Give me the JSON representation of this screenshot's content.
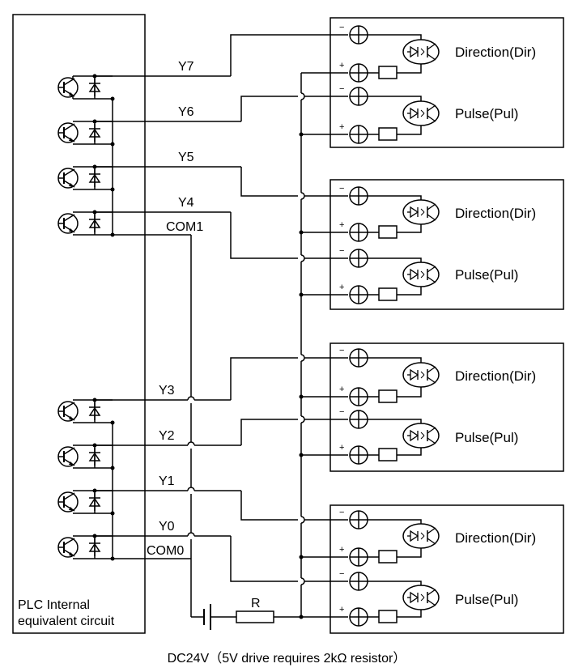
{
  "plc": {
    "label_line1": "PLC Internal",
    "label_line2": "equivalent circuit"
  },
  "outputs": {
    "y7": "Y7",
    "y6": "Y6",
    "y5": "Y5",
    "y4": "Y4",
    "com1": "COM1",
    "y3": "Y3",
    "y2": "Y2",
    "y1": "Y1",
    "y0": "Y0",
    "com0": "COM0"
  },
  "drivers": [
    {
      "dir_label": "Direction(Dir)",
      "pul_label": "Pulse(Pul)"
    },
    {
      "dir_label": "Direction(Dir)",
      "pul_label": "Pulse(Pul)"
    },
    {
      "dir_label": "Direction(Dir)",
      "pul_label": "Pulse(Pul)"
    },
    {
      "dir_label": "Direction(Dir)",
      "pul_label": "Pulse(Pul)"
    }
  ],
  "polarity": {
    "minus": "−",
    "plus": "+"
  },
  "resistor": {
    "label": "R"
  },
  "caption": "DC24V（5V drive requires 2kΩ resistor）"
}
